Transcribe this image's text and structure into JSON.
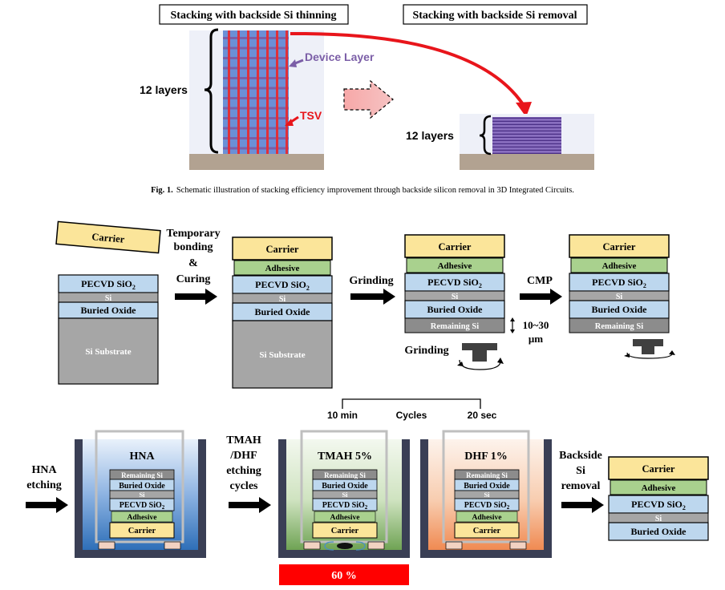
{
  "fig1": {
    "title_left": "Stacking with backside Si thinning",
    "title_right": "Stacking with backside Si removal",
    "device_layer_label": "Device Layer",
    "tsv_label": "TSV",
    "layers_left": "12 layers",
    "layers_right": "12 layers",
    "caption_prefix": "Fig. 1.",
    "caption": "Schematic illustration of stacking efficiency improvement through backside silicon removal in 3D Integrated Circuits."
  },
  "layers": {
    "carrier": "Carrier",
    "adhesive": "Adhesive",
    "pecvd": "PECVD SiO",
    "pecvd_sub": "2",
    "si": "Si",
    "buried_oxide": "Buried Oxide",
    "si_substrate": "Si Substrate",
    "remaining_si": "Remaining Si"
  },
  "steps": {
    "temp_bonding_1": "Temporary",
    "temp_bonding_2": "bonding",
    "temp_bonding_3": "&",
    "temp_bonding_4": "Curing",
    "grinding": "Grinding",
    "cmp": "CMP",
    "thickness_1": "10~30",
    "thickness_2": "μm",
    "grinding_tool": "Grinding",
    "hna_etching_1": "HNA",
    "hna_etching_2": "etching",
    "tmah_dhf_1": "TMAH",
    "tmah_dhf_2": "/DHF",
    "tmah_dhf_3": "etching",
    "tmah_dhf_4": "cycles",
    "backside_1": "Backside",
    "backside_2": "Si",
    "backside_3": "removal"
  },
  "baths": {
    "hna": "HNA",
    "tmah": "TMAH 5%",
    "dhf": "DHF 1%"
  },
  "cycles": {
    "left_time": "10 min",
    "label": "Cycles",
    "right_time": "20 sec"
  },
  "progress": {
    "label": "60 %",
    "value_percent": 60
  },
  "colors": {
    "carrier": "#fbe59a",
    "adhesive": "#a9d18e",
    "oxide": "#bdd7ee",
    "si_gray": "#a6a6a6",
    "substrate": "#a6a6a6",
    "arrow_red": "#e8151b",
    "device_purple": "#7b5ea7",
    "progress_red": "#ff0000"
  }
}
